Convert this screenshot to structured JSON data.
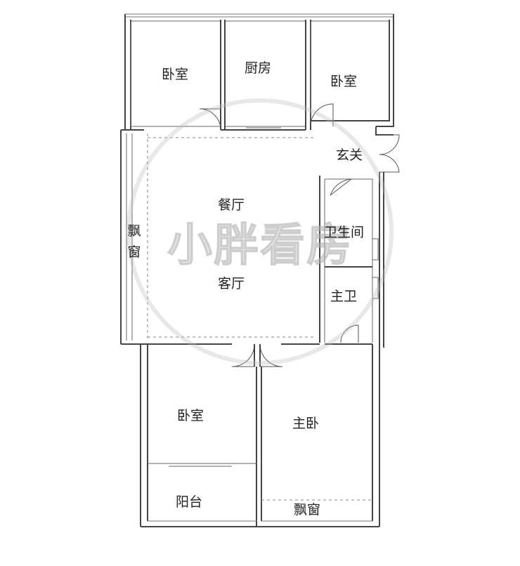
{
  "rooms": {
    "bedroom_nw": "卧室",
    "kitchen": "厨房",
    "bedroom_ne": "卧室",
    "entrance": "玄关",
    "dining": "餐厅",
    "living": "客厅",
    "bay_window_west": "飘窗",
    "bathroom": "卫生间",
    "master_bath": "主卫",
    "bedroom_sw": "卧室",
    "master_bedroom": "主卧",
    "balcony": "阳台",
    "bay_window_south": "飘窗"
  },
  "watermark": "小胖看房",
  "colors": {
    "wall": "#444444",
    "watermark": "#bebebe"
  }
}
